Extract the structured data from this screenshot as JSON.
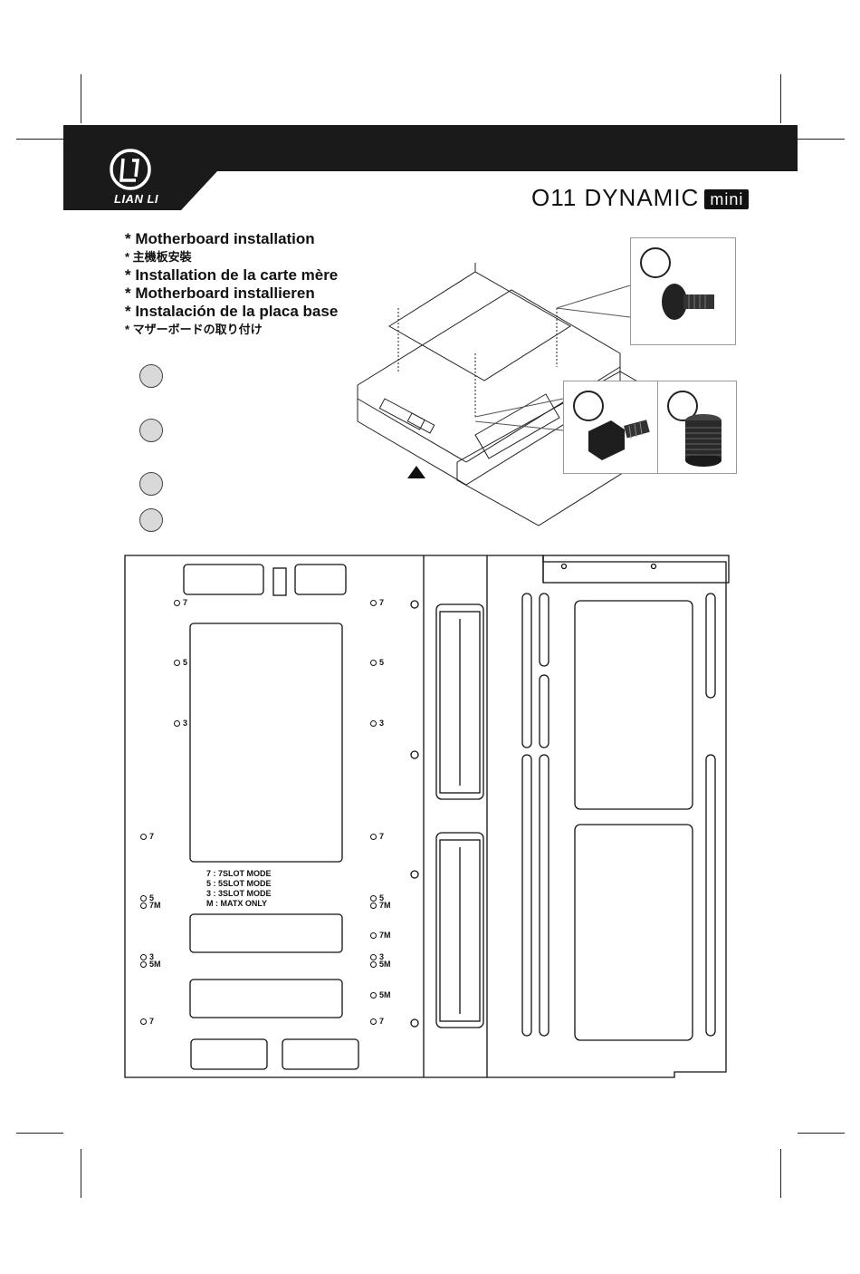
{
  "header": {
    "brand": "LIAN LI",
    "product": "O11 DYNAMIC",
    "product_badge": "mini"
  },
  "titles": [
    "* Motherboard installation",
    "* 主機板安裝",
    "* Installation de la carte mère",
    "* Motherboard installieren",
    "* Instalación de la placa base",
    "* マザーボードの取り付け"
  ],
  "tray_labels": {
    "left": [
      "7",
      "5",
      "3",
      "7",
      "5",
      "7M",
      "3",
      "5M",
      "7"
    ],
    "right": [
      "7",
      "5",
      "3",
      "7",
      "5",
      "7M",
      "7M",
      "3",
      "5M",
      "5M",
      "7"
    ]
  },
  "legend": [
    "7 : 7SLOT MODE",
    "5 : 5SLOT MODE",
    "3 : 3SLOT MODE",
    "M : MATX ONLY"
  ],
  "colors": {
    "banner": "#1a1a1a",
    "step_circle": "#d9d9d9"
  },
  "icons": [
    "screw-icon",
    "standoff-icon",
    "tool-icon",
    "arrow-up-icon"
  ]
}
